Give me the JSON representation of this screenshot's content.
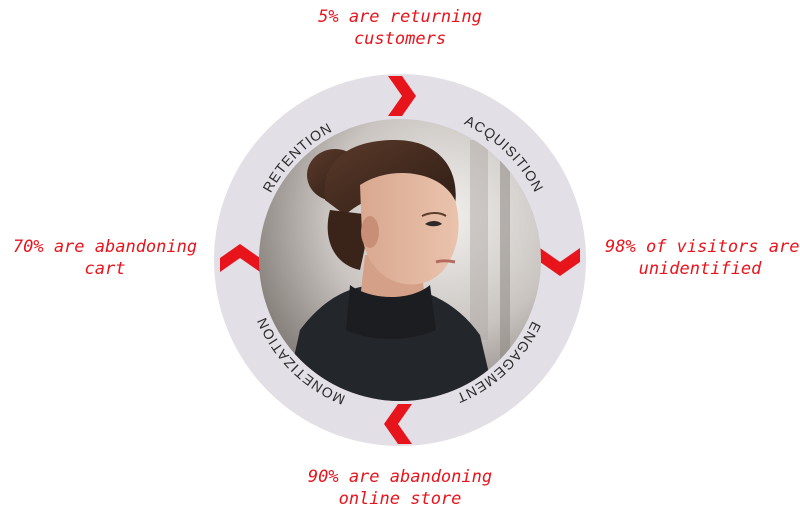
{
  "callouts": {
    "top": {
      "line1": "5% are returning",
      "line2": "customers"
    },
    "right": {
      "line1": "98% of visitors are",
      "line2": "unidentified"
    },
    "bottom": {
      "line1": "90% are abandoning",
      "line2": "online store"
    },
    "left": {
      "line1": "70% are abandoning",
      "line2": "cart"
    }
  },
  "stages": {
    "acquisition": "ACQUISITION",
    "engagement": "ENGAGEMENT",
    "monetization": "MONETIZATION",
    "retention": "RETENTION"
  },
  "colors": {
    "accent": "#e8141c",
    "ring": "#e3dfe7",
    "label": "#2a2a2a"
  },
  "icons": {
    "center_photo": "woman-portrait-photo"
  }
}
